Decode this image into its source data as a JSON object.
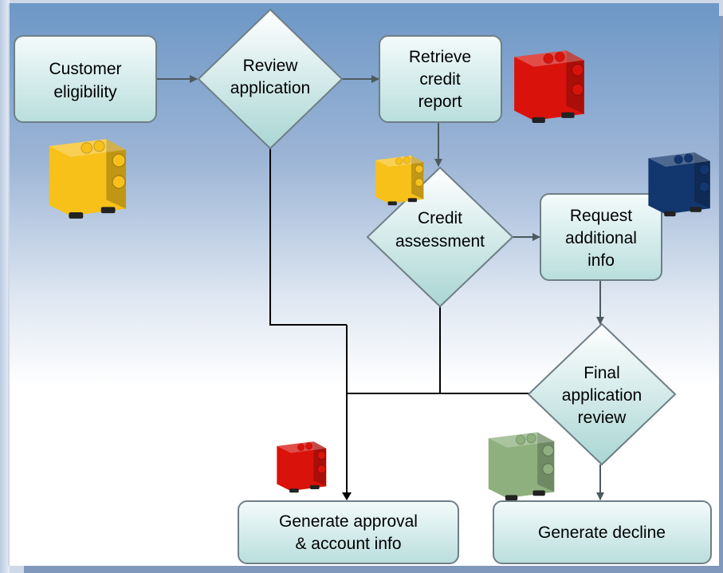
{
  "nodes": {
    "customer_eligibility": [
      "Customer",
      "eligibility"
    ],
    "review_application": [
      "Review",
      "application"
    ],
    "retrieve_credit_report": [
      "Retrieve",
      "credit",
      "report"
    ],
    "credit_assessment": [
      "Credit",
      "assessment"
    ],
    "request_additional_info": [
      "Request",
      "additional",
      "info"
    ],
    "final_application_review": [
      "Final",
      "application",
      "review"
    ],
    "generate_approval": [
      "Generate approval",
      "& account info"
    ],
    "generate_decline": [
      "Generate decline"
    ]
  },
  "colors": {
    "box_fill_top": "#f4fbfb",
    "box_fill_bottom": "#b9dedd",
    "box_stroke": "#6f7f86",
    "yellow_block": "#f7c11a",
    "red_block": "#d9120b",
    "navy_block": "#12376e",
    "green_block": "#8eb07f"
  },
  "decorations": [
    "yellow-block-icon",
    "red-block-icon",
    "yellow-small-block-icon",
    "navy-block-icon",
    "red-small-block-icon",
    "green-block-icon"
  ]
}
